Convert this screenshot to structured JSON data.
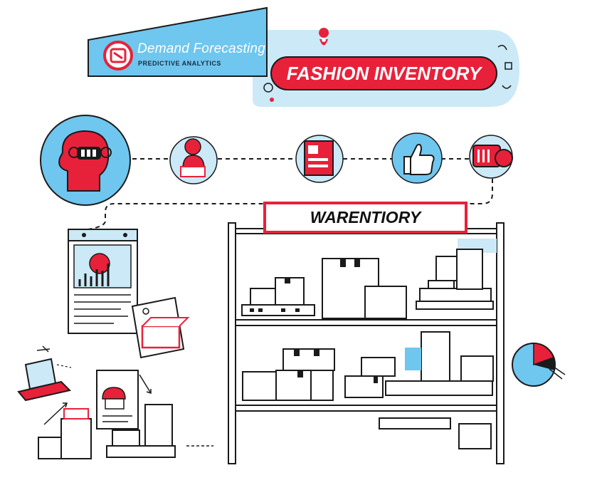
{
  "banner": {
    "brand_title": "Demand Forecasting",
    "brand_subtitle": "PREDICTIVE ANALYTICS",
    "main_title": "FASHION INVENTORY"
  },
  "shelf": {
    "title": "WARENTIORY"
  },
  "colors": {
    "accent_red": "#e8213a",
    "light_blue": "#6fc6ee",
    "pale_blue": "#cbe9f7",
    "ink": "#1a1a1a"
  },
  "icons": [
    "ai-head-icon",
    "worker-icon",
    "box-machine-icon",
    "thumbs-up-icon",
    "truck-icon",
    "pie-chart-icon",
    "laptop-icon",
    "report-icon"
  ]
}
